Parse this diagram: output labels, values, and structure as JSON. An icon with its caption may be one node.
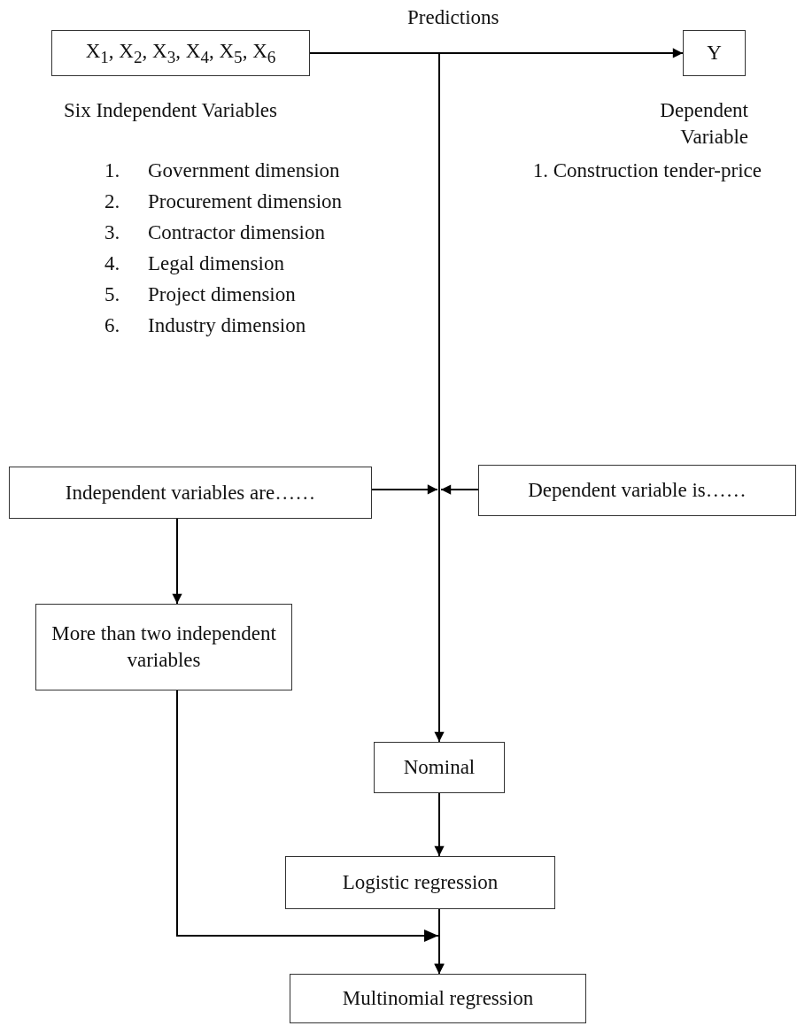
{
  "diagram": {
    "nodes": [
      {
        "text": [
          "X$_{1}$, X$_{2}$, X$_{3}$, X$_{4}$, X$_{5}$, X$_{6}$"
        ],
        "beside": [
          "Six Independent Variables",
          "1.",
          "Government dimension",
          "2.",
          "Procurement dimension",
          "3.",
          "Contractor dimension",
          "4.",
          "Legal dimension",
          "5.",
          "Project dimension",
          "6.",
          "Industry dimension"
        ]
      },
      {
        "text": [
          "Y"
        ],
        "beside": [
          "Dependent Variable",
          "1. Construction tender-price"
        ]
      },
      {
        "text": [
          "Independent variables are……"
        ]
      },
      {
        "text": [
          "Dependent variable is……"
        ]
      },
      {
        "text": [
          "More than two independent variables"
        ]
      },
      {
        "text": [
          "Nominal"
        ]
      },
      {
        "text": [
          "Logistic regression"
        ]
      },
      {
        "text": [
          "Multinomial regression"
        ]
      }
    ],
    "edges": [
      {
        "from": 0,
        "to": 1,
        "arrow": "to",
        "label": "Predictions"
      },
      {
        "from": 0,
        "to": 5,
        "arrow": "to"
      },
      {
        "from": 2,
        "to": null,
        "arrow": "to"
      },
      {
        "from": 3,
        "to": null,
        "arrow": "to"
      },
      {
        "from": 2,
        "to": 4,
        "arrow": "to"
      },
      {
        "from": 4,
        "to": 7,
        "arrow": "to"
      },
      {
        "from": 5,
        "to": 6,
        "arrow": "to"
      },
      {
        "from": 6,
        "to": 7,
        "arrow": "to"
      }
    ]
  }
}
